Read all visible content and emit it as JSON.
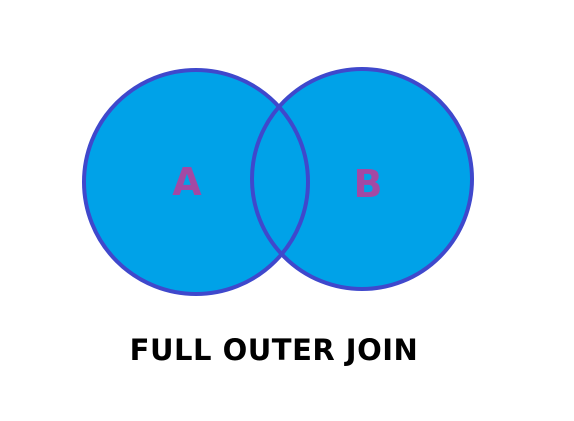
{
  "diagram": {
    "type": "venn",
    "set_a": {
      "label": "A"
    },
    "set_b": {
      "label": "B"
    },
    "highlighted_region": "A ∪ B",
    "caption": "FULL OUTER JOIN"
  },
  "colors": {
    "fill": "#00a2e8",
    "stroke": "#3f48cc",
    "label": "#a349a4",
    "caption": "#000000",
    "background": "#ffffff"
  }
}
